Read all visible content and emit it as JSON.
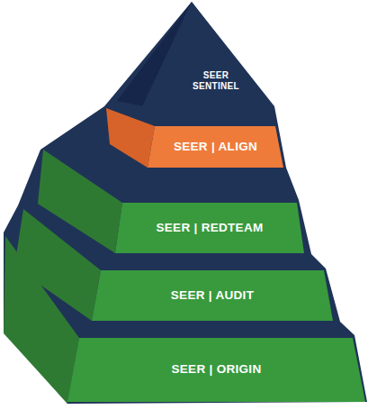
{
  "diagram": {
    "nodes": [
      {
        "text": [
          "SEER SENTINEL"
        ]
      },
      {
        "text": [
          "SEER | ALIGN"
        ]
      },
      {
        "text": [
          "SEER | REDTEAM"
        ]
      },
      {
        "text": [
          "SEER | AUDIT"
        ]
      },
      {
        "text": [
          "SEER | ORIGIN"
        ]
      }
    ]
  }
}
